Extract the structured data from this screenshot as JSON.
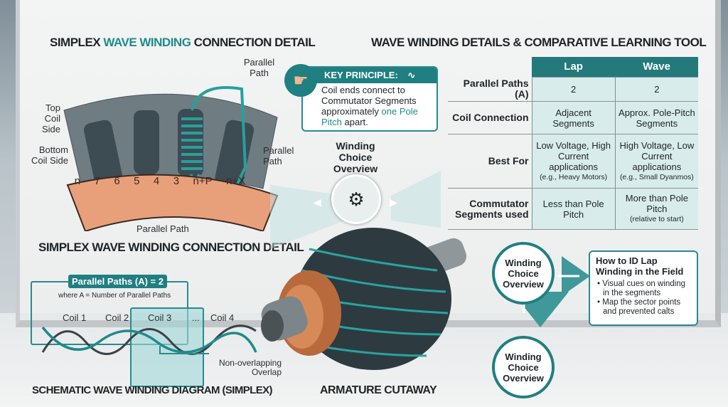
{
  "left": {
    "title_part1": "SIMPLEX ",
    "title_part2": "WAVE WINDING",
    "title_part3": " CONNECTION DETAIL",
    "labels": {
      "parallel_path_top": "Parallel Path",
      "top_coil_side": "Top Coil Side",
      "bottom_coil_side": "Bottom Coil Side",
      "parallel_path_right": "Parallel Path",
      "parallel_path_bottom": "Parallel Path"
    },
    "segments": [
      "n",
      "7",
      "6",
      "5",
      "4",
      "3",
      "n+P",
      "n+X"
    ],
    "subtitle": "SIMPLEX WAVE WINDING CONNECTION DETAIL"
  },
  "schematic": {
    "badge": "Parallel Paths (A) = 2",
    "note": "where A = Number of Parallel Paths",
    "coils": [
      "Coil 1",
      "Coil 2",
      "Coil 3",
      "...",
      "Coil 4"
    ],
    "overlap_label": "Non-overlapping Overlap",
    "title": "SCHEMATIC WAVE WINDING DIAGRAM (SIMPLEX)"
  },
  "key_principle": {
    "heading": "KEY PRINCIPLE:",
    "text1": "Coil ends connect to Commutator Segments approximately ",
    "highlight": "one Pole Pitch",
    "text2": " apart.",
    "icon": "pointing-hand-icon"
  },
  "center": {
    "overview_title": "Winding Choice Overview",
    "armature_label": "ARMATURE CUTAWAY"
  },
  "right": {
    "title": "WAVE WINDING DETAILS & COMPARATIVE LEARNING TOOL",
    "table": {
      "headers": [
        "",
        "Lap",
        "Wave"
      ],
      "rows": [
        {
          "label": "Parallel Paths (A)",
          "lap": "2",
          "wave": "2"
        },
        {
          "label": "Coil Connection",
          "lap": "Adjacent Segments",
          "wave": "Approx. Pole-Pitch Segments"
        },
        {
          "label": "Best For",
          "lap": "Low Voltage, High Current applications",
          "lap_note": "(e.g., Heavy Motors)",
          "wave": "High Voltage, Low Current applications",
          "wave_note": "(e.g., Small Dyanmos)"
        },
        {
          "label": "Commutator Segments used",
          "lap": "Less than Pole Pitch",
          "wave": "More than Pole Pitch",
          "wave_note": "(relative to start)"
        }
      ]
    },
    "flow": {
      "circle1": "Winding Choice Overview",
      "circle2": "Winding Choice Overview",
      "box_title": "How to ID Lap Winding in the Field",
      "bullets": [
        "Visual cues on winding in the segments",
        "Map the sector points and prevented calts"
      ]
    }
  },
  "colors": {
    "teal": "#1f8a8c",
    "copper": "#e39a72",
    "steel": "#6e7a80"
  }
}
